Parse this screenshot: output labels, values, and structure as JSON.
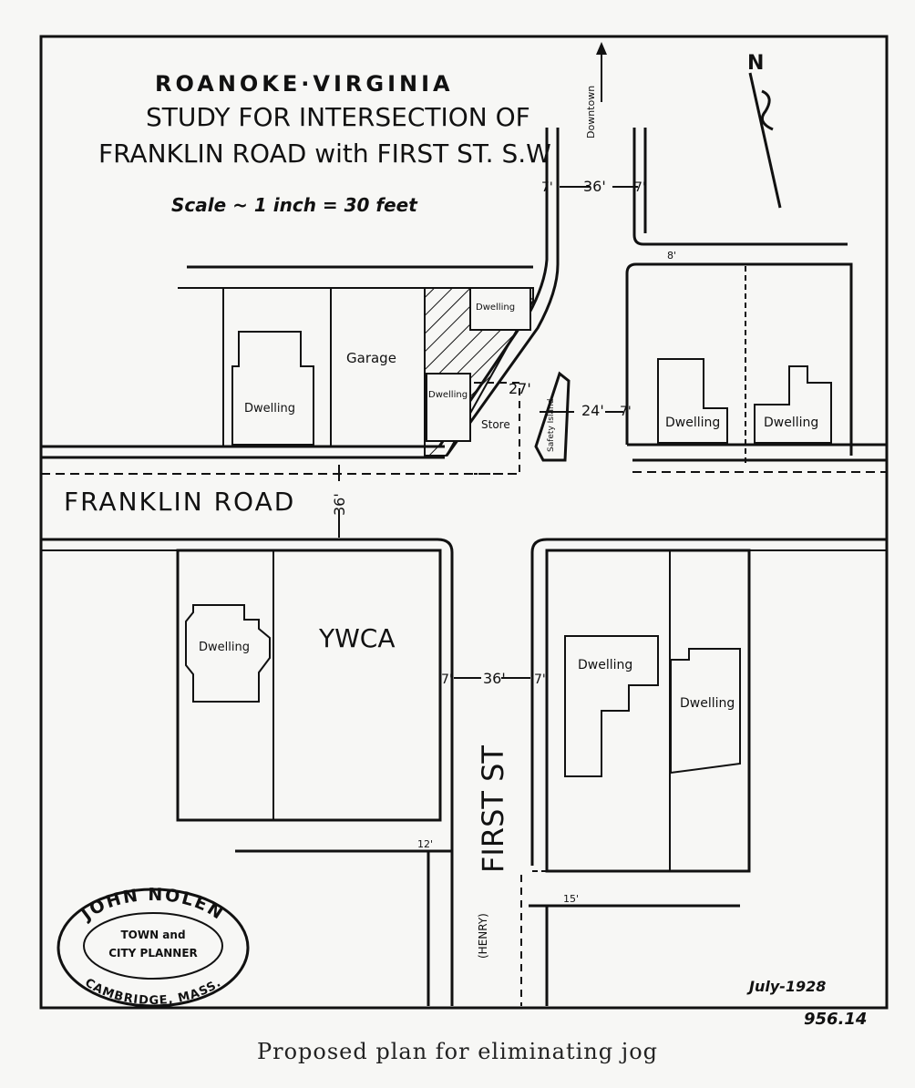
{
  "title": {
    "line1": "ROANOKE·VIRGINIA",
    "line2": "STUDY FOR INTERSECTION OF",
    "line3": "FRANKLIN ROAD with FIRST ST. S.W"
  },
  "scale": "Scale ~ 1 inch = 30 feet",
  "north": "N",
  "streets": {
    "franklin": "FRANKLIN ROAD",
    "first": "FIRST ST",
    "henry": "(HENRY)",
    "downtown": "Downtown"
  },
  "buildings": {
    "dwelling": "Dwelling",
    "garage": "Garage",
    "store": "Store",
    "ywca": "YWCA",
    "safety_island": "Safety Island"
  },
  "dimensions": {
    "d36": "36'",
    "d24": "24'",
    "d27": "27'",
    "d7": "7'",
    "d12": "12'",
    "d15": "15'",
    "d8": "8'"
  },
  "stamp": {
    "name": "JOHN NOLEN",
    "role1": "TOWN and",
    "role2": "CITY PLANNER",
    "city": "CAMBRIDGE, MASS."
  },
  "date": "July-1928",
  "plate_number": "956.14",
  "caption": "Proposed plan for eliminating jog"
}
